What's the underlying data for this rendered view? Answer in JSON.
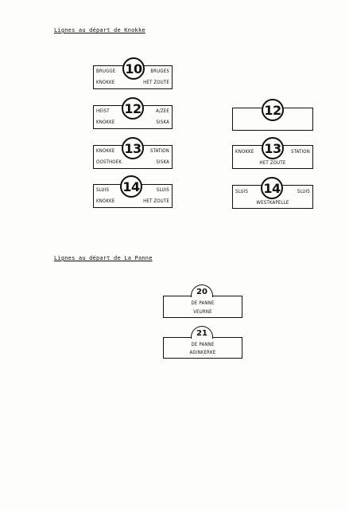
{
  "headings": {
    "knokke": "Lignes au départ de Knokke",
    "lapanne": "Lignes au départ de La Panne"
  },
  "signs": {
    "s10": {
      "number": "10",
      "tl": "BRUGGE",
      "tr": "BRUGES",
      "bl": "KNOKKE",
      "br": "HET ZOUTE"
    },
    "s12": {
      "number": "12",
      "tl": "HEIST",
      "tr": "A/ZEE",
      "bl": "KNOKKE",
      "br": "SISKA"
    },
    "s13": {
      "number": "13",
      "tl": "KNOKKE",
      "tr": "STATION",
      "bl": "OOSTHOEK",
      "br": "SISKA"
    },
    "s14": {
      "number": "14",
      "tl": "SLUIS",
      "tr": "SLUIS",
      "bl": "KNOKKE",
      "br": "HET ZOUTE"
    },
    "r12": {
      "number": "12"
    },
    "r13": {
      "number": "13",
      "tl": "KNOKKE",
      "tr": "STATION",
      "bottom": "HET ZOUTE"
    },
    "r14": {
      "number": "14",
      "tl": "SLUIS",
      "tr": "SLUIS",
      "bottom": "WESTKAPELLE"
    },
    "p20": {
      "number": "20",
      "line1": "DE PANNE",
      "line2": "VEURNE"
    },
    "p21": {
      "number": "21",
      "line1": "DE PANNE",
      "line2": "ADINKERKE"
    }
  }
}
